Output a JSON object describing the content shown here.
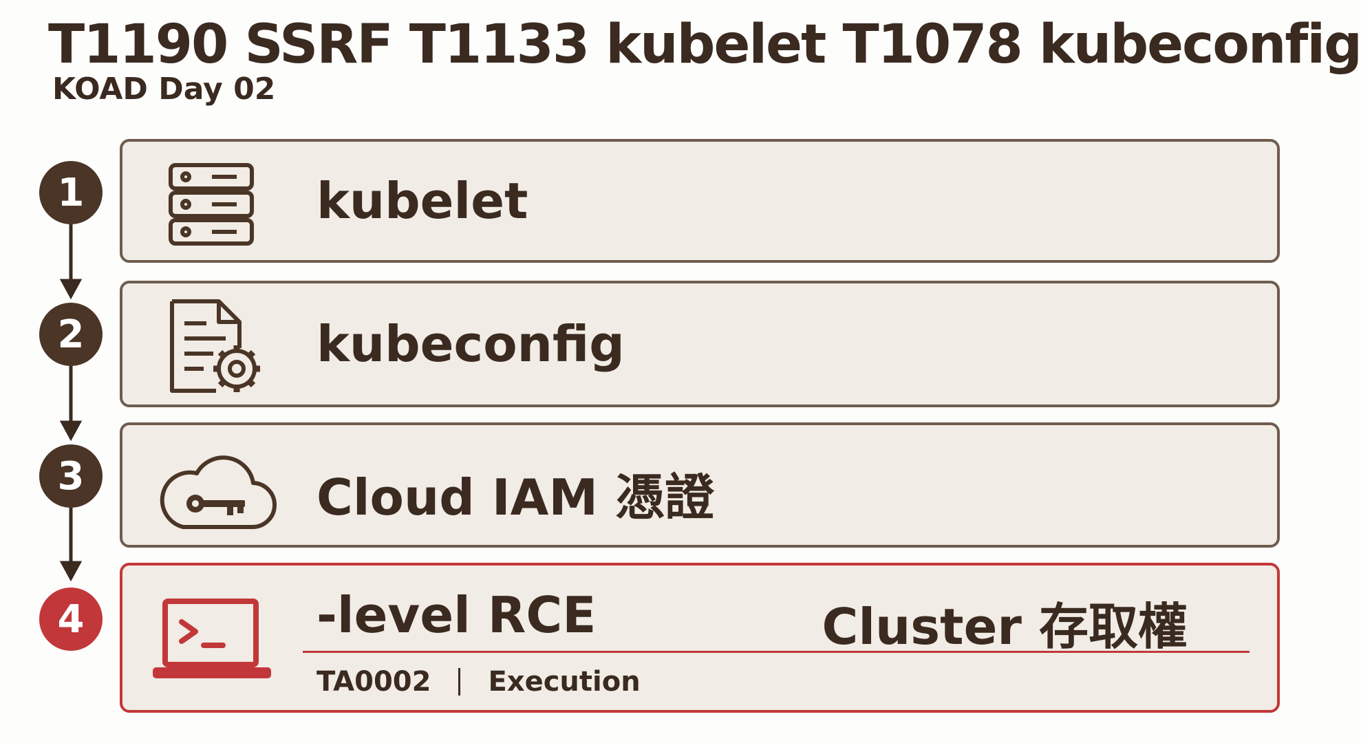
{
  "title": "T1190 SSRF T1133 kubelet T1078 kubeconfig",
  "subtitle": "KOAD Day 02",
  "steps": [
    {
      "number": "1",
      "label": "kubelet",
      "icon": "server-rack-icon"
    },
    {
      "number": "2",
      "label": "kubeconfig",
      "icon": "config-file-gear-icon"
    },
    {
      "number": "3",
      "label": "Cloud IAM 憑證",
      "icon": "cloud-key-icon"
    },
    {
      "number": "4",
      "label": "-level RCE",
      "right_label": "Cluster 存取權",
      "tags": [
        "TA0002",
        "Execution"
      ],
      "icon": "laptop-terminal-icon"
    }
  ],
  "colors": {
    "background": "#fdfdfc",
    "text": "#3a2a20",
    "step_circle": "#4a3526",
    "card_fill": "#f1ece5",
    "card_border": "#6e5c4e",
    "highlight": "#c2373a"
  }
}
